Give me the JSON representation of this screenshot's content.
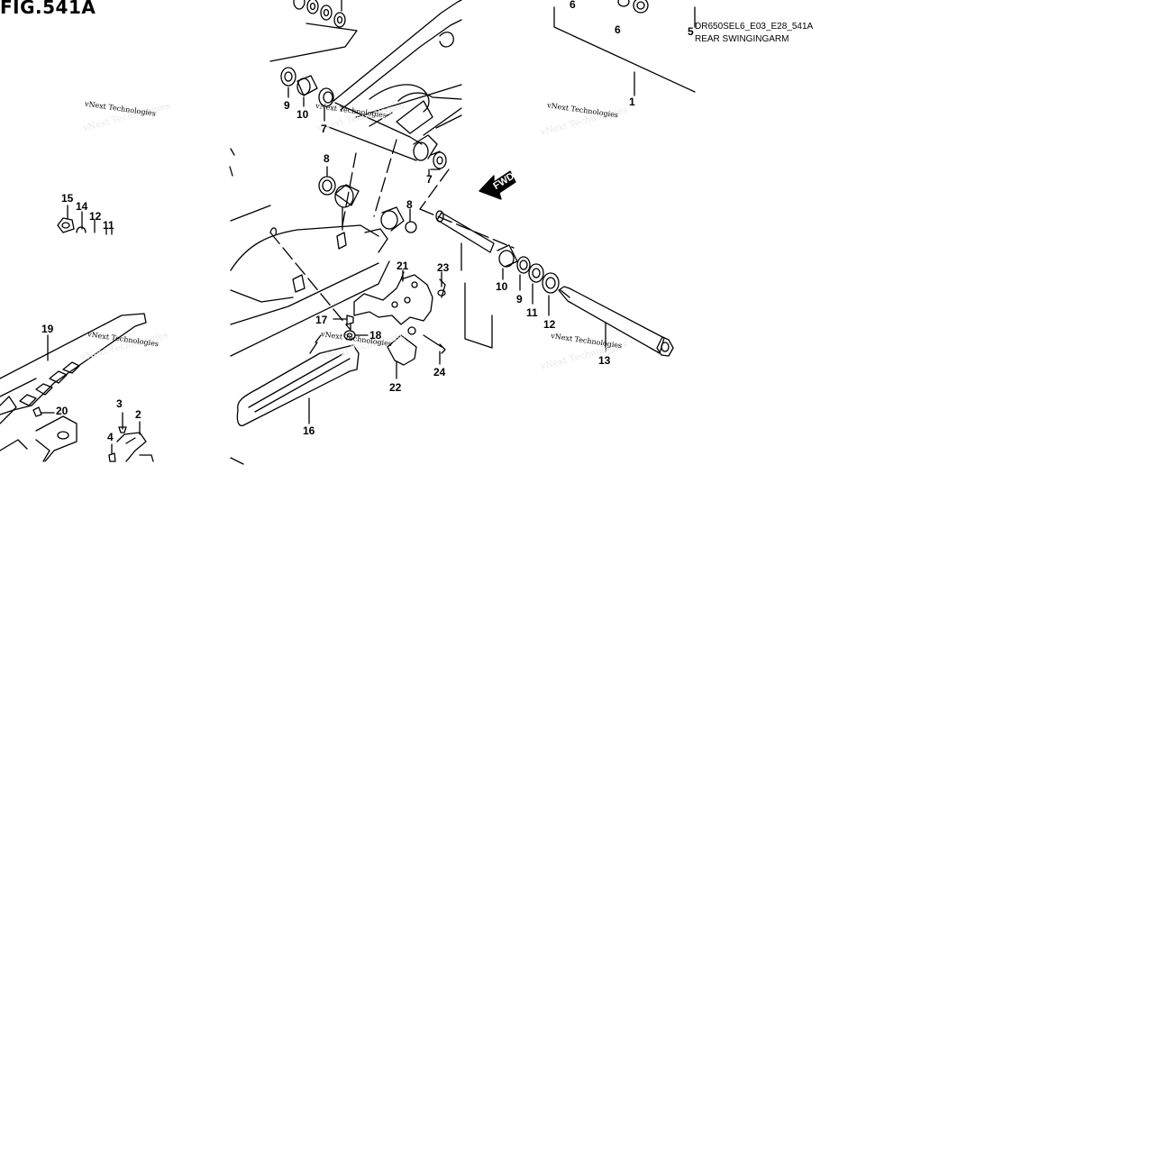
{
  "figure": {
    "title": "FIG.541A",
    "code": "DR650SEL6_E03_E28_541A",
    "name": "REAR SWINGINGARM"
  },
  "watermark": "vNext Technologies",
  "direction_arrow": "FWD",
  "callouts": {
    "c1": "1",
    "c2": "2",
    "c3": "3",
    "c4": "4",
    "c5": "5",
    "c6a": "6",
    "c6b": "6",
    "c7a": "7",
    "c7b": "7",
    "c8a": "8",
    "c8b": "8",
    "c9a": "9",
    "c9b": "9",
    "c10a": "10",
    "c10b": "10",
    "c11a": "11",
    "c11b": "11",
    "c12a": "12",
    "c12b": "12",
    "c13": "13",
    "c14": "14",
    "c15": "15",
    "c16": "16",
    "c17": "17",
    "c18": "18",
    "c19": "19",
    "c20": "20",
    "c21": "21",
    "c22": "22",
    "c23": "23",
    "c24": "24"
  }
}
